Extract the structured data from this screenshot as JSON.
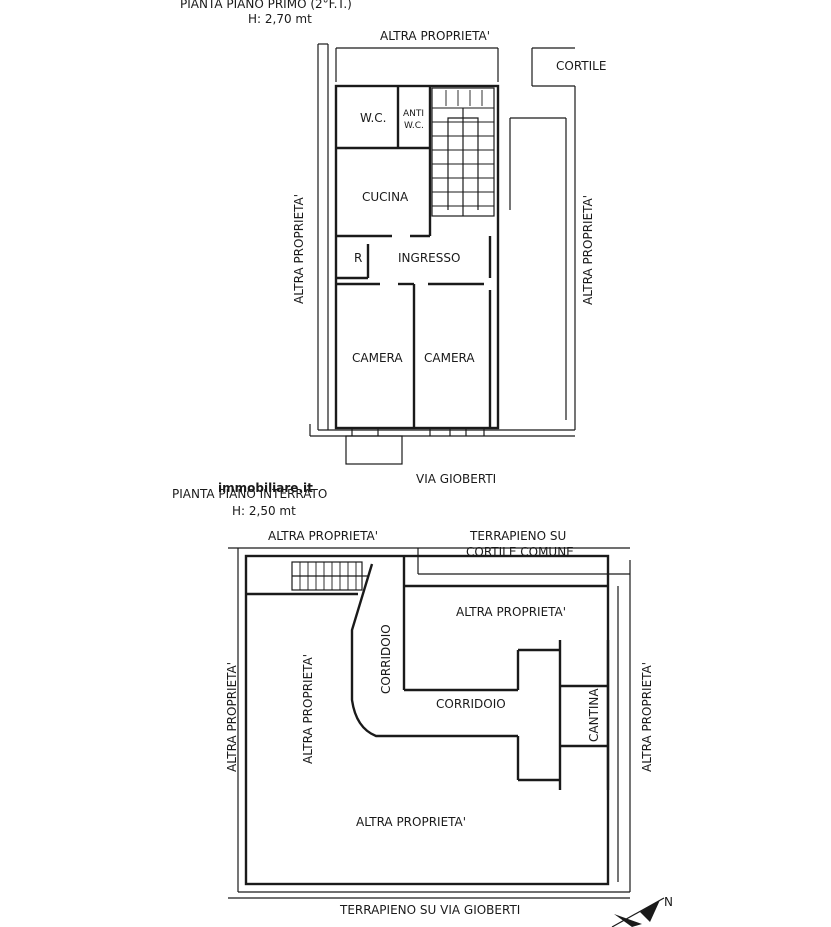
{
  "first_floor": {
    "title": "PIANTA PIANO PRIMO (2°F.T.)",
    "height": "H: 2,70 mt",
    "labels": {
      "top": "ALTRA PROPRIETA'",
      "courtyard": "CORTILE",
      "left": "ALTRA PROPRIETA'",
      "right": "ALTRA PROPRIETA'",
      "wc": "W.C.",
      "anti": "ANTI",
      "anti_wc": "W.C.",
      "kitchen": "CUCINA",
      "storage": "R",
      "entrance": "INGRESSO",
      "bedroom_1": "CAMERA",
      "bedroom_2": "CAMERA",
      "street": "VIA GIOBERTI"
    }
  },
  "basement": {
    "title": "PIANTA PIANO INTERRATO",
    "height": "H: 2,50 mt",
    "labels": {
      "top": "ALTRA PROPRIETA'",
      "embankment_line1": "TERRAPIENO SU",
      "embankment_line2": "CORTILE COMUNE",
      "right_upper": "ALTRA PROPRIETA'",
      "corridor_vertical": "CORRIDOIO",
      "corridor_horizontal": "CORRIDOIO",
      "cellar": "CANTINA",
      "left_outer": "ALTRA PROPRIETA'",
      "left_inner": "ALTRA PROPRIETA'",
      "right_outer": "ALTRA PROPRIETA'",
      "bottom_inner": "ALTRA PROPRIETA'",
      "bottom_street": "TERRAPIENO SU VIA GIOBERTI"
    }
  },
  "compass": {
    "north": "N"
  },
  "watermark": "immobiliare.it"
}
